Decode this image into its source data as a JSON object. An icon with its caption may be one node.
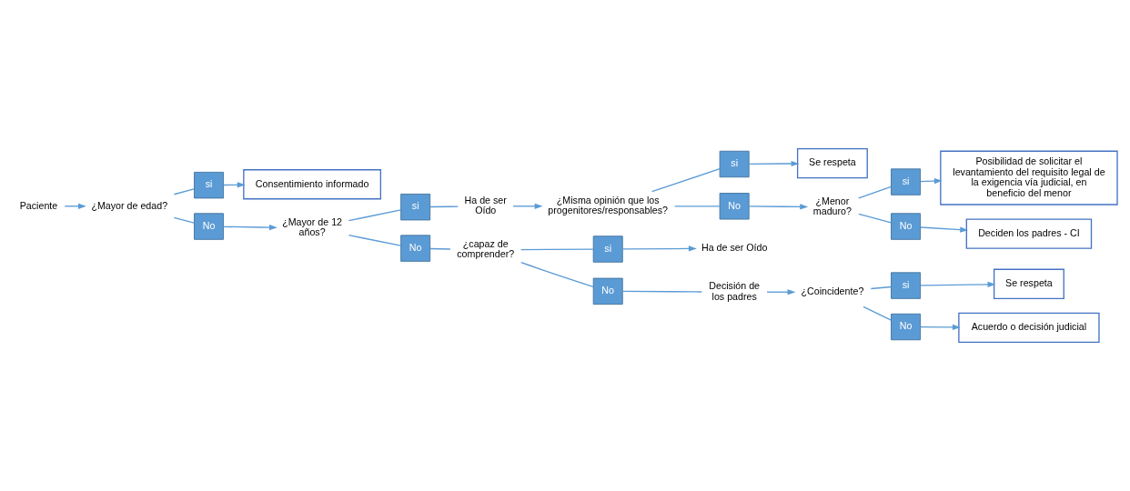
{
  "diagram": {
    "nodes": [
      {
        "text": [
          "Paciente"
        ]
      },
      {
        "text": [
          "¿Mayor de edad?"
        ]
      },
      {
        "text": [
          "si"
        ]
      },
      {
        "text": [
          "Consentimiento informado"
        ]
      },
      {
        "text": [
          "No"
        ]
      },
      {
        "text": [
          "¿Mayor de 12 años?"
        ]
      },
      {
        "text": [
          "si"
        ]
      },
      {
        "text": [
          "Ha de ser Oído"
        ]
      },
      {
        "text": [
          "¿Misma opinión que los progenitores/responsables?"
        ]
      },
      {
        "text": [
          "si"
        ]
      },
      {
        "text": [
          "Se respeta"
        ]
      },
      {
        "text": [
          "No"
        ]
      },
      {
        "text": [
          "¿Menor maduro?"
        ]
      },
      {
        "text": [
          "si"
        ]
      },
      {
        "text": [
          "Posibilidad de solicitar el levantamiento del requisito legal de la exigencia vía judicial, en beneficio del menor"
        ]
      },
      {
        "text": [
          "No"
        ]
      },
      {
        "text": [
          "Deciden los padres - CI"
        ]
      },
      {
        "text": [
          "No"
        ]
      },
      {
        "text": [
          "¿capaz de comprender?"
        ]
      },
      {
        "text": [
          "si"
        ]
      },
      {
        "text": [
          "Ha de ser Oído"
        ]
      },
      {
        "text": [
          "No"
        ]
      },
      {
        "text": [
          "Decisión de los padres"
        ]
      },
      {
        "text": [
          "¿Coincidente?"
        ]
      },
      {
        "text": [
          "si"
        ]
      },
      {
        "text": [
          "Se respeta"
        ]
      },
      {
        "text": [
          "No"
        ]
      },
      {
        "text": [
          "Acuerdo o decisión judicial"
        ]
      }
    ],
    "edges": [
      {
        "from": 0,
        "to": 1,
        "arrow": "to"
      },
      {
        "from": 1,
        "to": 2,
        "arrow": "none"
      },
      {
        "from": 1,
        "to": 4,
        "arrow": "none"
      },
      {
        "from": 2,
        "to": 3,
        "arrow": "to"
      },
      {
        "from": 4,
        "to": 5,
        "arrow": "to"
      },
      {
        "from": 5,
        "to": 6,
        "arrow": "none"
      },
      {
        "from": 5,
        "to": 17,
        "arrow": "none"
      },
      {
        "from": 6,
        "to": 7,
        "arrow": "none"
      },
      {
        "from": 7,
        "to": 8,
        "arrow": "to"
      },
      {
        "from": 8,
        "to": 9,
        "arrow": "none"
      },
      {
        "from": 8,
        "to": 11,
        "arrow": "none"
      },
      {
        "from": 9,
        "to": 10,
        "arrow": "to"
      },
      {
        "from": 11,
        "to": 12,
        "arrow": "to"
      },
      {
        "from": 12,
        "to": 13,
        "arrow": "none"
      },
      {
        "from": 12,
        "to": 15,
        "arrow": "none"
      },
      {
        "from": 13,
        "to": 14,
        "arrow": "to"
      },
      {
        "from": 15,
        "to": 16,
        "arrow": "to"
      },
      {
        "from": 17,
        "to": 18,
        "arrow": "none"
      },
      {
        "from": 18,
        "to": 19,
        "arrow": "none"
      },
      {
        "from": 18,
        "to": 21,
        "arrow": "none"
      },
      {
        "from": 19,
        "to": 20,
        "arrow": "to"
      },
      {
        "from": 21,
        "to": 22,
        "arrow": "none"
      },
      {
        "from": 22,
        "to": 23,
        "arrow": "to"
      },
      {
        "from": 23,
        "to": 24,
        "arrow": "none"
      },
      {
        "from": 23,
        "to": 26,
        "arrow": "none"
      },
      {
        "from": 24,
        "to": 25,
        "arrow": "to"
      },
      {
        "from": 26,
        "to": 27,
        "arrow": "to"
      }
    ]
  }
}
